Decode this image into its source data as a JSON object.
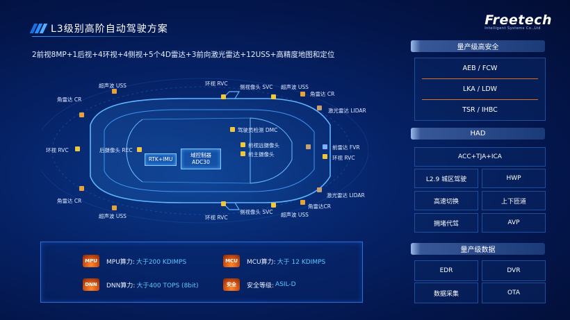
{
  "title": "L3级别高阶自动驾驶方案",
  "subtitle": "2前视8MP+1后视+4环视+4侧视+5个4D雷达+3前向激光雷达+12USS+高精度地图和定位",
  "logo": {
    "name": "Freetech",
    "tagline": "Intelligent Systems Co.,Ltd"
  },
  "colors": {
    "accent": "#3a9cff",
    "value": "#5ec8ff",
    "orange": "#e0721e",
    "sensor_orange": "#e8a23a"
  },
  "car": {
    "labels": {
      "uss_top_left": "超声波 USS",
      "rvc_top": "环视 RVC",
      "svc_top": "侧视像头 SVC",
      "uss_top_right": "超声波 USS",
      "corner_top_left": "角雷达 CR",
      "corner_top_right": "角雷达 CR",
      "lidar_top": "激光雷达 LIDAR",
      "dmc": "驾驶员检测 DMC",
      "rec": "后摄像头 REC",
      "rvc_left": "环视 RVC",
      "far_cam": "前视远摄像头",
      "main_cam": "前主摄像头",
      "fvr": "前雷达 FVR",
      "rvc_right": "环视 RVC",
      "corner_bottom_left": "角雷达 CR",
      "lidar_bottom": "激光雷达 LIDAR",
      "corner_bottom_right": "角雷达CR",
      "uss_bottom_left": "超声波 USS",
      "svc_bottom": "侧视像头 SVC",
      "uss_bottom_right": "超声波 USS",
      "rvc_bottom": "环视 RVC"
    },
    "rtk": "RTK+IMU",
    "controller_line1": "域控制器",
    "controller_line2": "ADC30"
  },
  "specs": {
    "mpu": {
      "chip": "MPU",
      "label": "MPU算力:",
      "value": "大于200 KDIMPS"
    },
    "mcu": {
      "chip": "MCU",
      "label": "MCU算力:",
      "value": "大于 12 KDIMPS"
    },
    "dnn": {
      "chip": "DNN",
      "label": "DNN算力:",
      "value": "大于400 TOPS (8bit)"
    },
    "safety": {
      "chip": "安全",
      "label": "安全等级:",
      "value": "ASIL-D"
    }
  },
  "right": {
    "safety_header": "量产级高安全",
    "adas": [
      "AEB / FCW",
      "LKA / LDW",
      "TSR / IHBC"
    ],
    "had_header": "HAD",
    "had_wide": "ACC+TJA+ICA",
    "had_grid": [
      "L2.9 城区驾驶",
      "HWP",
      "高速切换",
      "上下匝道",
      "拥堵代驾",
      "AVP"
    ],
    "data_header": "量产级数据",
    "data_grid": [
      "EDR",
      "DVR",
      "数据采集",
      "OTA"
    ]
  }
}
